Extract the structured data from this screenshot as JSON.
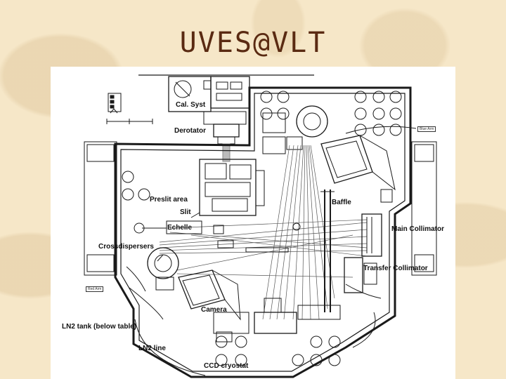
{
  "slide": {
    "title": "UVES@VLT"
  },
  "figure": {
    "labels": {
      "cal_syst": "Cal. Syst",
      "derotator": "Derotator",
      "preslit_area": "Preslit area",
      "slit": "Slit",
      "echelle": "Echelle",
      "crossdispersers": "Crossdispersers",
      "baffle": "Baffle",
      "main_collimator": "Main Collimator",
      "transfer_collimator": "Transfer Collimator",
      "camera": "Camera",
      "ln2_tank": "LN2 tank (below table)",
      "ln2_line": "LN2 line",
      "ccd_cryostat": "CCD cryostat",
      "blue_arm": "Blue Arm",
      "red_arm": "Red Arm"
    },
    "colors": {
      "title": "#5a2a12",
      "background": "#f6e7c8",
      "drawing": "#1a1a1a"
    }
  }
}
